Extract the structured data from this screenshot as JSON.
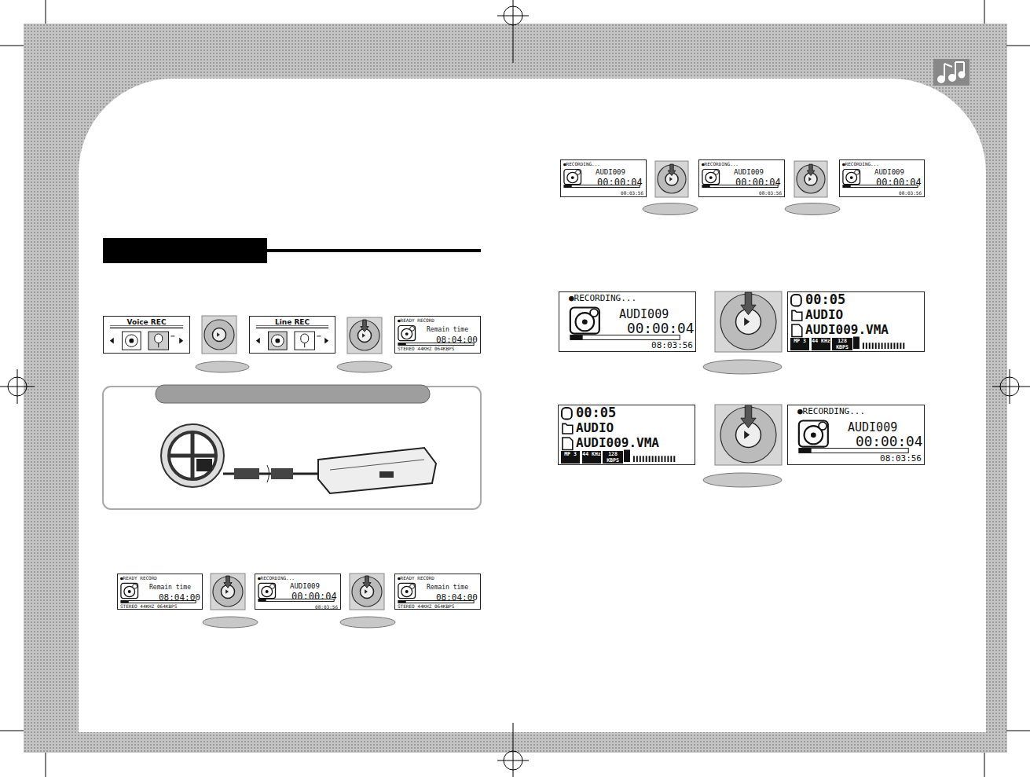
{
  "diagram": {
    "nodes": [
      {
        "text": [
          "Voice REC"
        ]
      },
      {
        "text": [
          "Line REC"
        ]
      },
      {
        "text": [
          "●READY RECORD",
          "Remain time",
          "08:04:00",
          "STEREO 44KHZ 064KBPS"
        ]
      },
      {
        "text": [
          "●READY RECORD",
          "Remain time",
          "08:04:00",
          "STEREO 44KHZ 064KBPS"
        ]
      },
      {
        "text": [
          "●RECORDING...",
          "AUDI009",
          "00:00:04",
          "08:03:56"
        ]
      },
      {
        "text": [
          "●READY RECORD",
          "Remain time",
          "08:04:00",
          "STEREO 44KHZ 064KBPS"
        ]
      },
      {
        "text": [
          "●RECORDING...",
          "AUDI009",
          "00:00:04",
          "08:03:56"
        ]
      },
      {
        "text": [
          "●RECORDING...",
          "AUDI009",
          "00:00:04",
          "08:03:56"
        ]
      },
      {
        "text": [
          "●RECORDING...",
          "AUDI009",
          "00:00:04",
          "08:03:56"
        ]
      },
      {
        "text": [
          "●RECORDING...",
          "AUDI009",
          "00:00:04",
          "08:03:56"
        ]
      },
      {
        "text": [
          "00:05",
          "AUDIO",
          "AUDI009.VMA",
          "MP 3",
          "44 KHz",
          "128 KBPS"
        ]
      },
      {
        "text": [
          "00:05",
          "AUDIO",
          "AUDI009.VMA",
          "MP 3",
          "44 KHz",
          "128 KBPS"
        ]
      },
      {
        "text": [
          "●RECORDING...",
          "AUDI009",
          "00:00:04",
          "08:03:56"
        ]
      }
    ]
  }
}
